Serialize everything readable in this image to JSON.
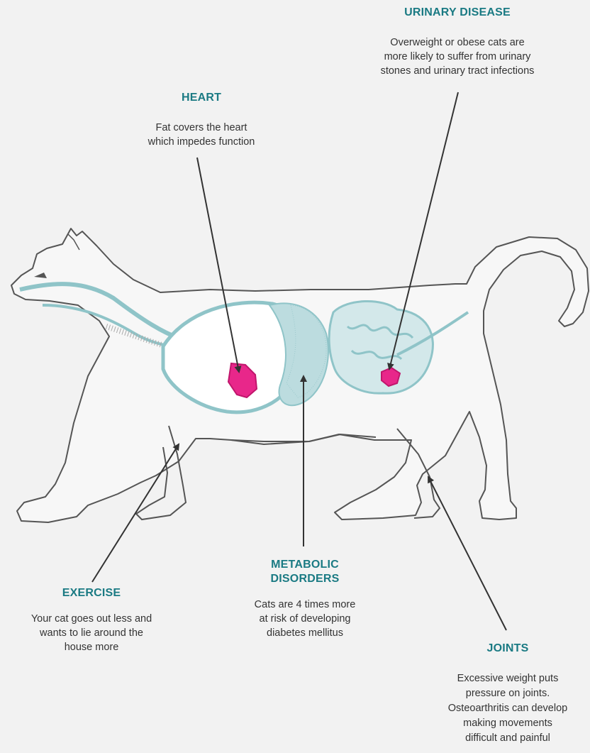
{
  "labels": {
    "urinary": {
      "title": "URINARY DISEASE",
      "description": "Overweight or obese cats are\nmore likely to suffer from urinary\nstones and urinary tract infections"
    },
    "heart": {
      "title": "HEART",
      "description": "Fat covers the heart\nwhich impedes function"
    },
    "metabolic": {
      "title": "METABOLIC\nDISORDERS",
      "description": "Cats are 4 times more\nat risk of developing\ndiabetes mellitus"
    },
    "exercise": {
      "title": "EXERCISE",
      "description": "Your cat goes out less and\nwants to lie around the\nhouse more"
    },
    "joints": {
      "title": "JOINTS",
      "description": "Excessive weight puts\npressure on joints.\nOsteoarthritis can develop\nmaking movements\ndifficult and painful"
    }
  },
  "colors": {
    "background": "#f2f2f2",
    "title_teal": "#1a7a83",
    "body_text": "#333333",
    "outline": "#555555",
    "organ_fill": "#bcdcdf",
    "highlight_pink": "#e8278a"
  }
}
